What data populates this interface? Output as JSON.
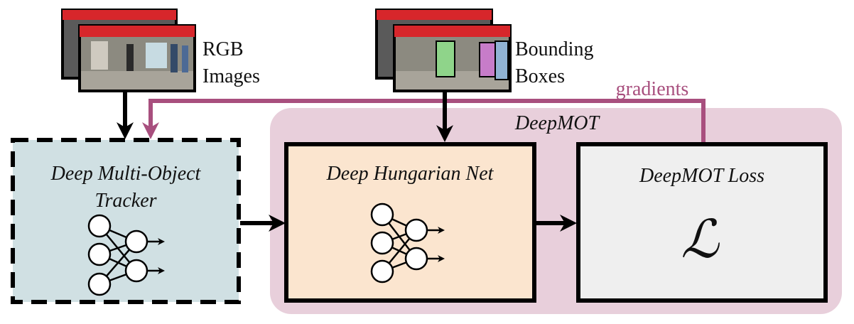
{
  "inputs": {
    "rgb_images": {
      "line1": "RGB",
      "line2": "Images"
    },
    "bounding_boxes": {
      "line1": "Bounding",
      "line2": "Boxes"
    }
  },
  "feedback": {
    "label": "gradients",
    "color": "#a84f7e"
  },
  "region": {
    "label": "DeepMOT",
    "color": "#e8cfdb"
  },
  "blocks": {
    "tracker": {
      "line1": "Deep Multi-Object",
      "line2": "Tracker",
      "fill": "#d0e0e3",
      "border": "dashed"
    },
    "hungarian": {
      "label": "Deep Hungarian Net",
      "fill": "#fbe5cf"
    },
    "loss": {
      "label": "DeepMOT Loss",
      "symbol": "ℒ",
      "fill": "#efefef"
    }
  },
  "icons": [
    "neural-net-icon",
    "video-frames-icon",
    "arrow-icon"
  ]
}
